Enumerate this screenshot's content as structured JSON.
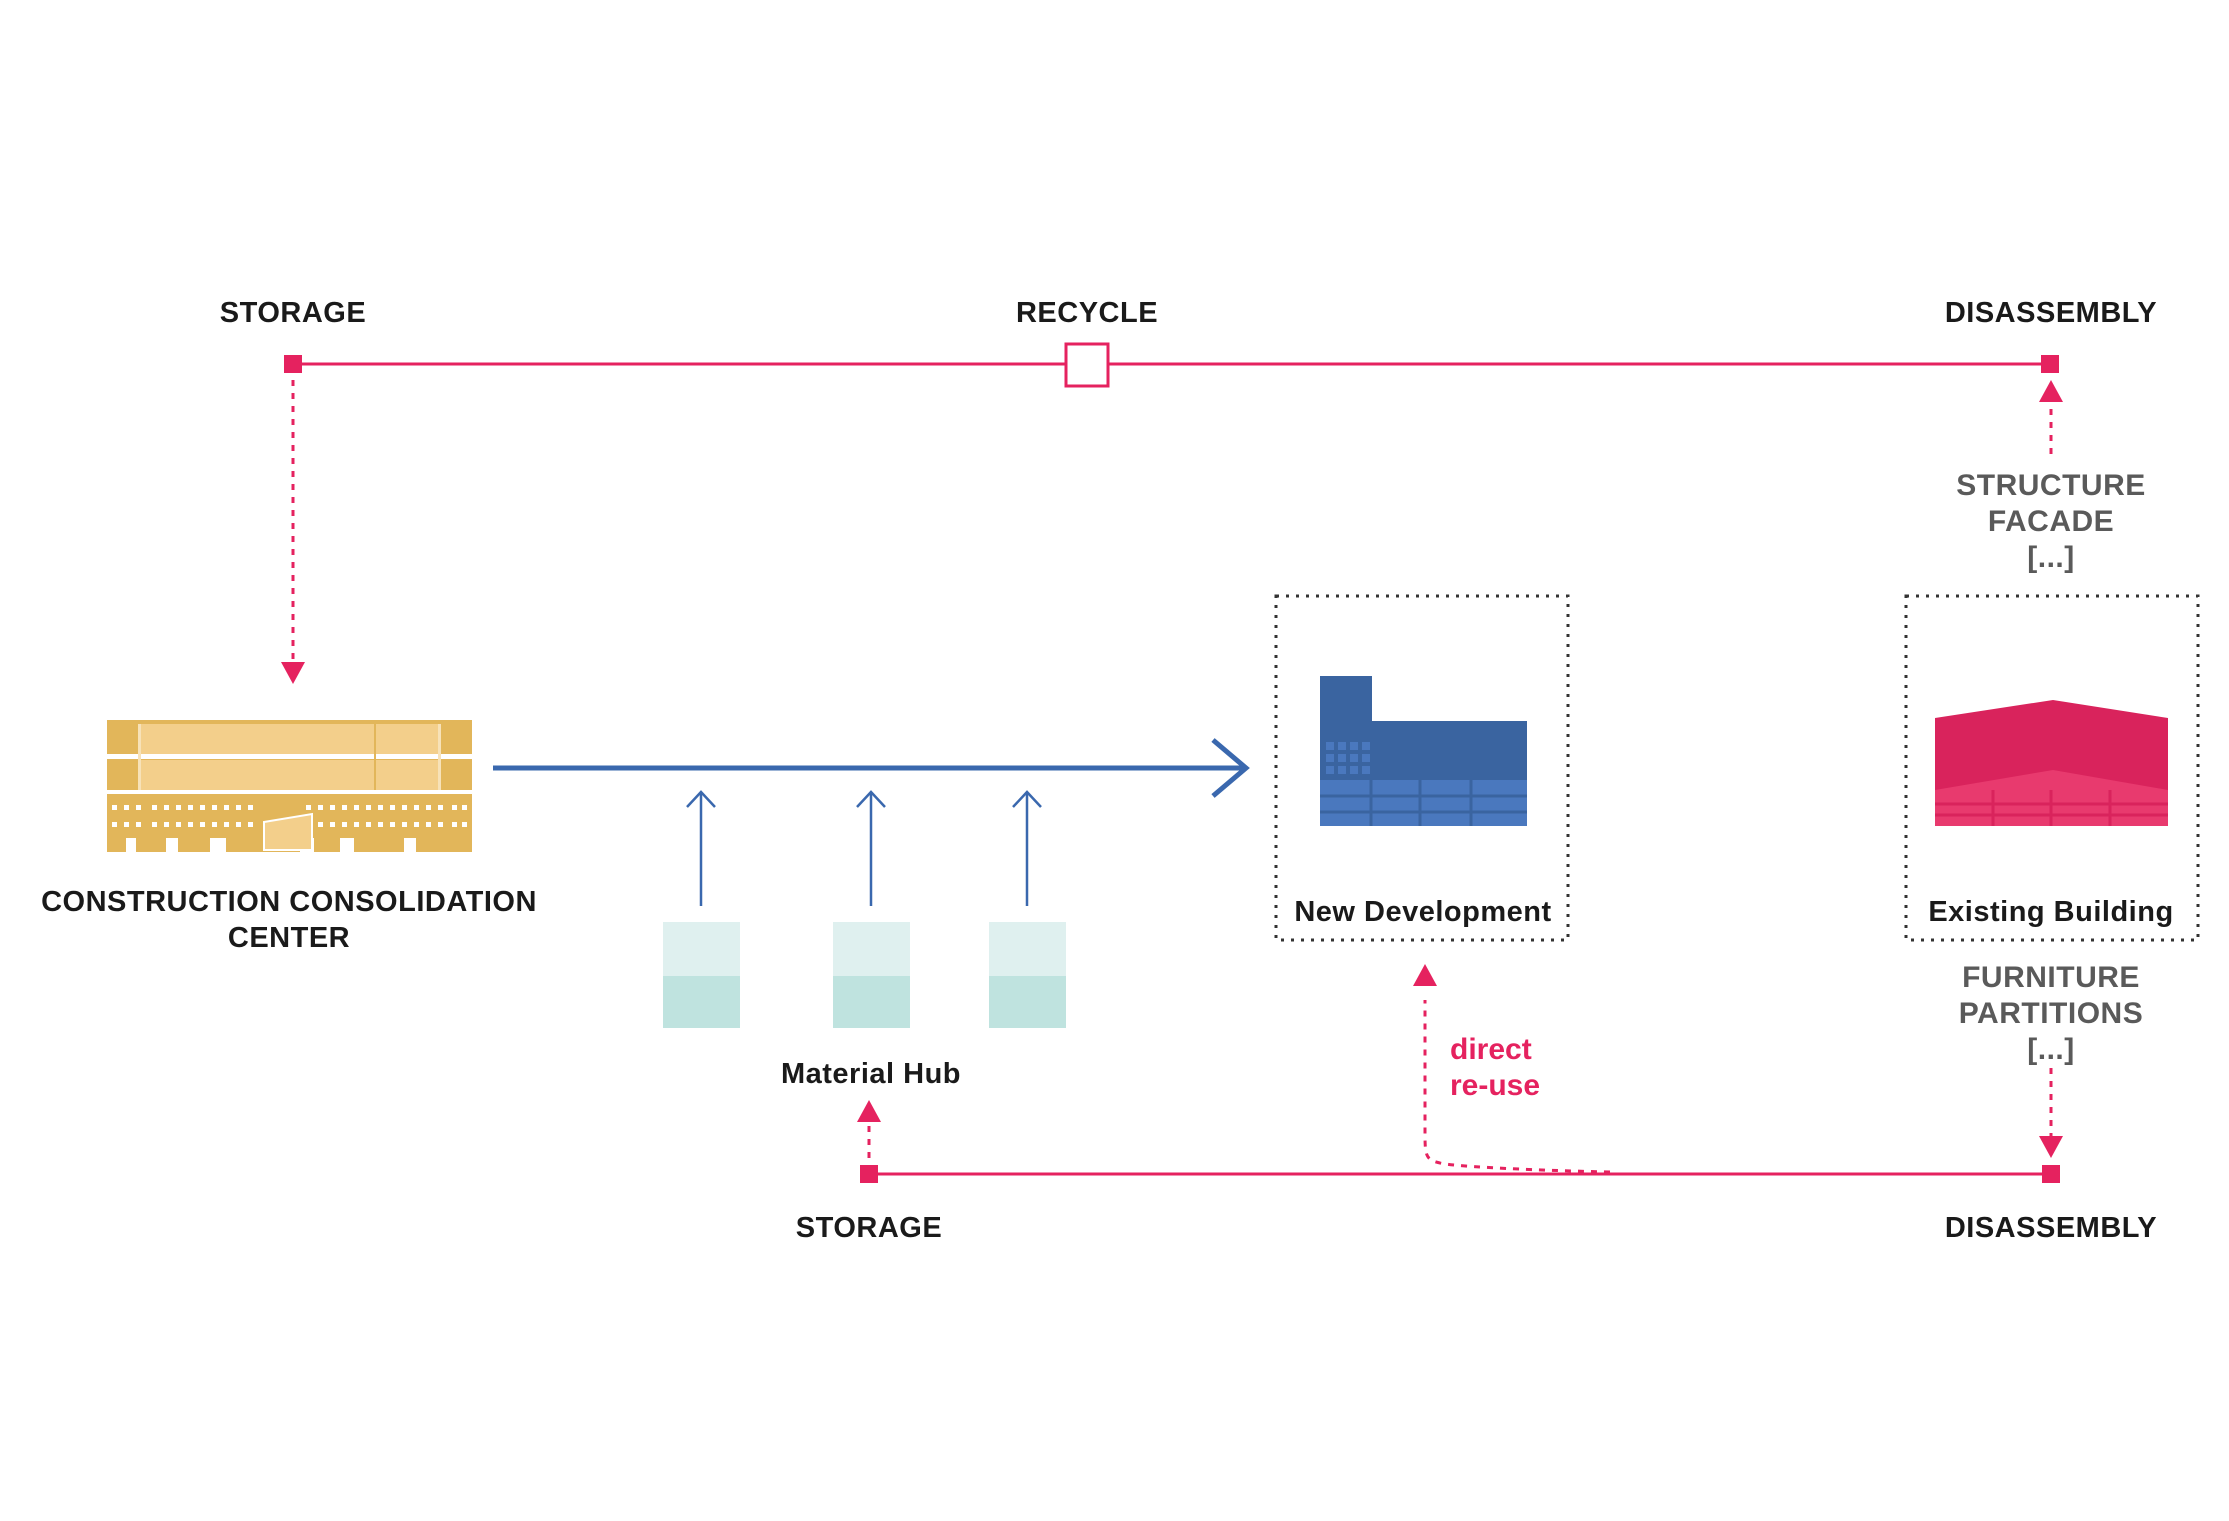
{
  "colors": {
    "pink": "#e5225f",
    "blue": "#3a68ae",
    "gold": "#e2b65a",
    "teal": "#bfe3df",
    "grey_text": "#5a5a5a"
  },
  "top_line": {
    "left_label": "STORAGE",
    "middle_label": "RECYCLE",
    "right_label": "DISASSEMBLY"
  },
  "bottom_line": {
    "left_label": "STORAGE",
    "right_label": "DISASSEMBLY"
  },
  "consolidation_center": {
    "label_line1": "CONSTRUCTION CONSOLIDATION",
    "label_line2": "CENTER",
    "icon": "warehouse-building-icon"
  },
  "material_hub": {
    "label": "Material Hub",
    "icon": "material-container-icon"
  },
  "new_development": {
    "label": "New Development",
    "icon": "new-building-icon"
  },
  "existing_building": {
    "label": "Existing Building",
    "icon": "existing-building-icon"
  },
  "structure_list": [
    "STRUCTURE",
    "FACADE",
    "[...]"
  ],
  "furniture_list": [
    "FURNITURE",
    "PARTITIONS",
    "[...]"
  ],
  "reuse_label": [
    "direct",
    "re-use"
  ]
}
